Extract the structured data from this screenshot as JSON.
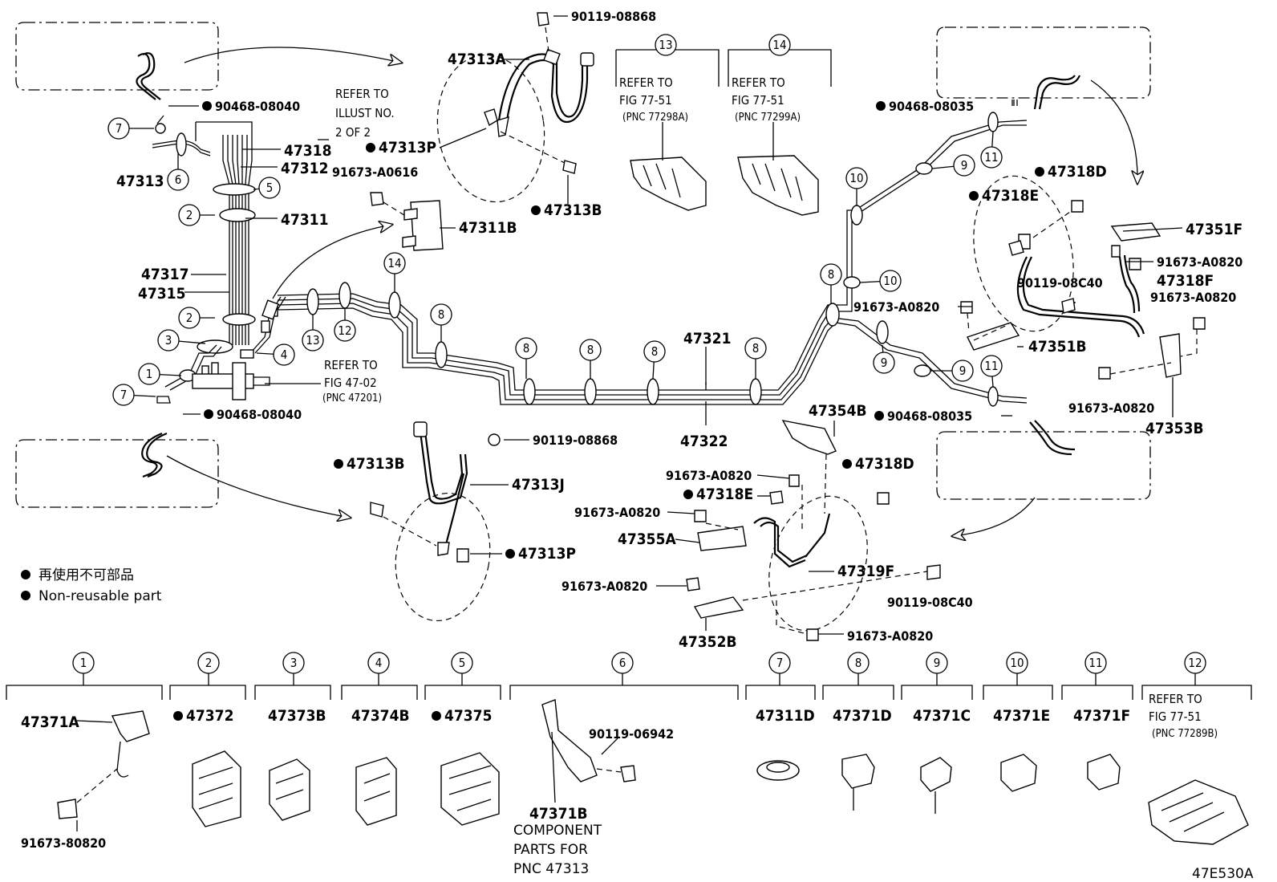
{
  "labels": {
    "p1": "90119-08868",
    "p2": "47313A",
    "p3": "90468-08040",
    "p4": "47318",
    "p5": "47313",
    "p6": "47312",
    "p7": "47313P",
    "p8": "91673-A0616",
    "p9": "47313B",
    "p10": "47311",
    "p11": "47311B",
    "p12": "47317",
    "p13": "47315",
    "p14": "47321",
    "p15": "47322",
    "p16": "90468-08040",
    "p17": "90119-08868",
    "p18": "47313B",
    "p19": "47313J",
    "p20": "47313P",
    "p21": "90468-08035",
    "p22": "47318D",
    "p23": "47318E",
    "p24": "47351F",
    "p25": "91673-A0820",
    "p26": "90119-08C40",
    "p27": "47318F",
    "p28": "91673-A0820",
    "p29": "91673-A0820",
    "p30": "47351B",
    "p31": "91673-A0820",
    "p32": "47353B",
    "p33": "90468-08035",
    "p34": "47354B",
    "p35": "91673-A0820",
    "p36": "47318D",
    "p37": "47318E",
    "p38": "91673-A0820",
    "p39": "47355A",
    "p40": "47319F",
    "p41": "91673-A0820",
    "p42": "90119-08C40",
    "p43": "47352B",
    "p44": "91673-A0820"
  },
  "refer": {
    "illust_1": "REFER TO",
    "illust_2": "ILLUST NO.",
    "illust_3": "2 OF 2",
    "fig4702_1": "REFER TO",
    "fig4702_2": "FIG 47-02",
    "fig4702_3": "(PNC 47201)",
    "r13_1": "REFER TO",
    "r13_2": "FIG 77-51",
    "r13_3": "(PNC 77298A)",
    "r14_1": "REFER TO",
    "r14_2": "FIG 77-51",
    "r14_3": "(PNC 77299A)",
    "r12_1": "REFER TO",
    "r12_2": "FIG 77-51",
    "r12_3": "(PNC 77289B)"
  },
  "legend": {
    "jp": "再使用不可部品",
    "en": "Non-reusable part"
  },
  "clamp_groups": [
    {
      "num": "1",
      "part": "47371A"
    },
    {
      "num": "2",
      "part": "47372"
    },
    {
      "num": "3",
      "part": "47373B"
    },
    {
      "num": "4",
      "part": "47374B"
    },
    {
      "num": "5",
      "part": "47375"
    },
    {
      "num": "6",
      "part": "47371B"
    },
    {
      "num": "7",
      "part": "47311D"
    },
    {
      "num": "8",
      "part": "47371D"
    },
    {
      "num": "9",
      "part": "47371C"
    },
    {
      "num": "10",
      "part": "47371E"
    },
    {
      "num": "11",
      "part": "47371F"
    },
    {
      "num": "12",
      "part": ""
    }
  ],
  "bottom": {
    "bolt_1": "91673-80820",
    "bolt_6": "90119-06942",
    "comp_1": "COMPONENT",
    "comp_2": "PARTS FOR",
    "comp_3": "PNC 47313",
    "code": "47E530A"
  },
  "circle_nums": {
    "c7a": "7",
    "c6": "6",
    "c5": "5",
    "c2a": "2",
    "c2b": "2",
    "c3": "3",
    "c4": "4",
    "c1": "1",
    "c7b": "7",
    "c13h": "13",
    "c14h": "14",
    "c14": "14",
    "c13": "13",
    "c12": "12",
    "c8a": "8",
    "c8b": "8",
    "c8c": "8",
    "c8d": "8",
    "c8e": "8",
    "c8f": "8",
    "c10a": "10",
    "c10b": "10",
    "c9a": "9",
    "c9b": "9",
    "c9c": "9",
    "c11a": "11",
    "c11b": "11"
  }
}
